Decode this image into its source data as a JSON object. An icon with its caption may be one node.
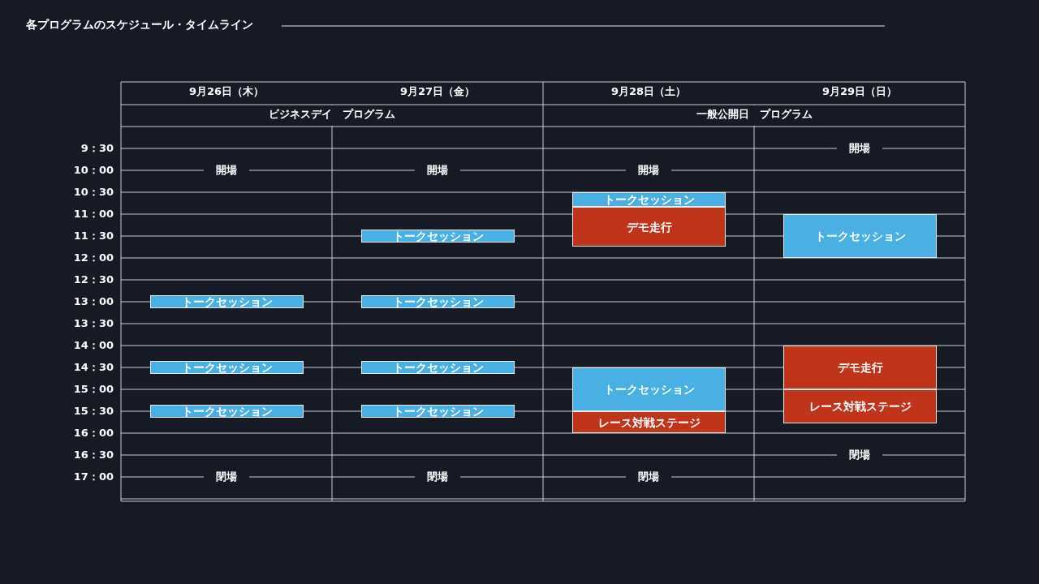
{
  "diagram": {
    "title": "各プログラムのスケジュール・タイムライン",
    "nodes": [
      {
        "text": [
          "トークセッション"
        ]
      },
      {
        "text": [
          "トークセッション"
        ]
      },
      {
        "text": [
          "トークセッション"
        ]
      },
      {
        "text": [
          "トークセッション"
        ]
      },
      {
        "text": [
          "トークセッション"
        ]
      },
      {
        "text": [
          "トークセッション"
        ]
      },
      {
        "text": [
          "トークセッション"
        ]
      },
      {
        "text": [
          "トークセッション"
        ]
      },
      {
        "text": [
          "デモ走行"
        ]
      },
      {
        "text": [
          "トークセッション"
        ]
      },
      {
        "text": [
          "レース対戦ステージ"
        ]
      },
      {
        "text": [
          "トークセッション"
        ]
      },
      {
        "text": [
          "デモ走行"
        ]
      },
      {
        "text": [
          "レース対戦ステージ"
        ]
      }
    ],
    "edges": [],
    "labels": [
      "9月26日（木）",
      "9月27日（金）",
      "9月28日（土）",
      "9月29日（日）",
      "ビジネスデイ　プログラム",
      "一般公開日　プログラム",
      "9：30",
      "10：00",
      "10：30",
      "11：00",
      "11：30",
      "12：00",
      "12：30",
      "13：00",
      "13：30",
      "14：00",
      "14：30",
      "15：00",
      "15：30",
      "16：00",
      "16：30",
      "17：00",
      "開場",
      "開場",
      "開場",
      "開場",
      "閉場",
      "閉場",
      "閉場",
      "閉場"
    ]
  }
}
